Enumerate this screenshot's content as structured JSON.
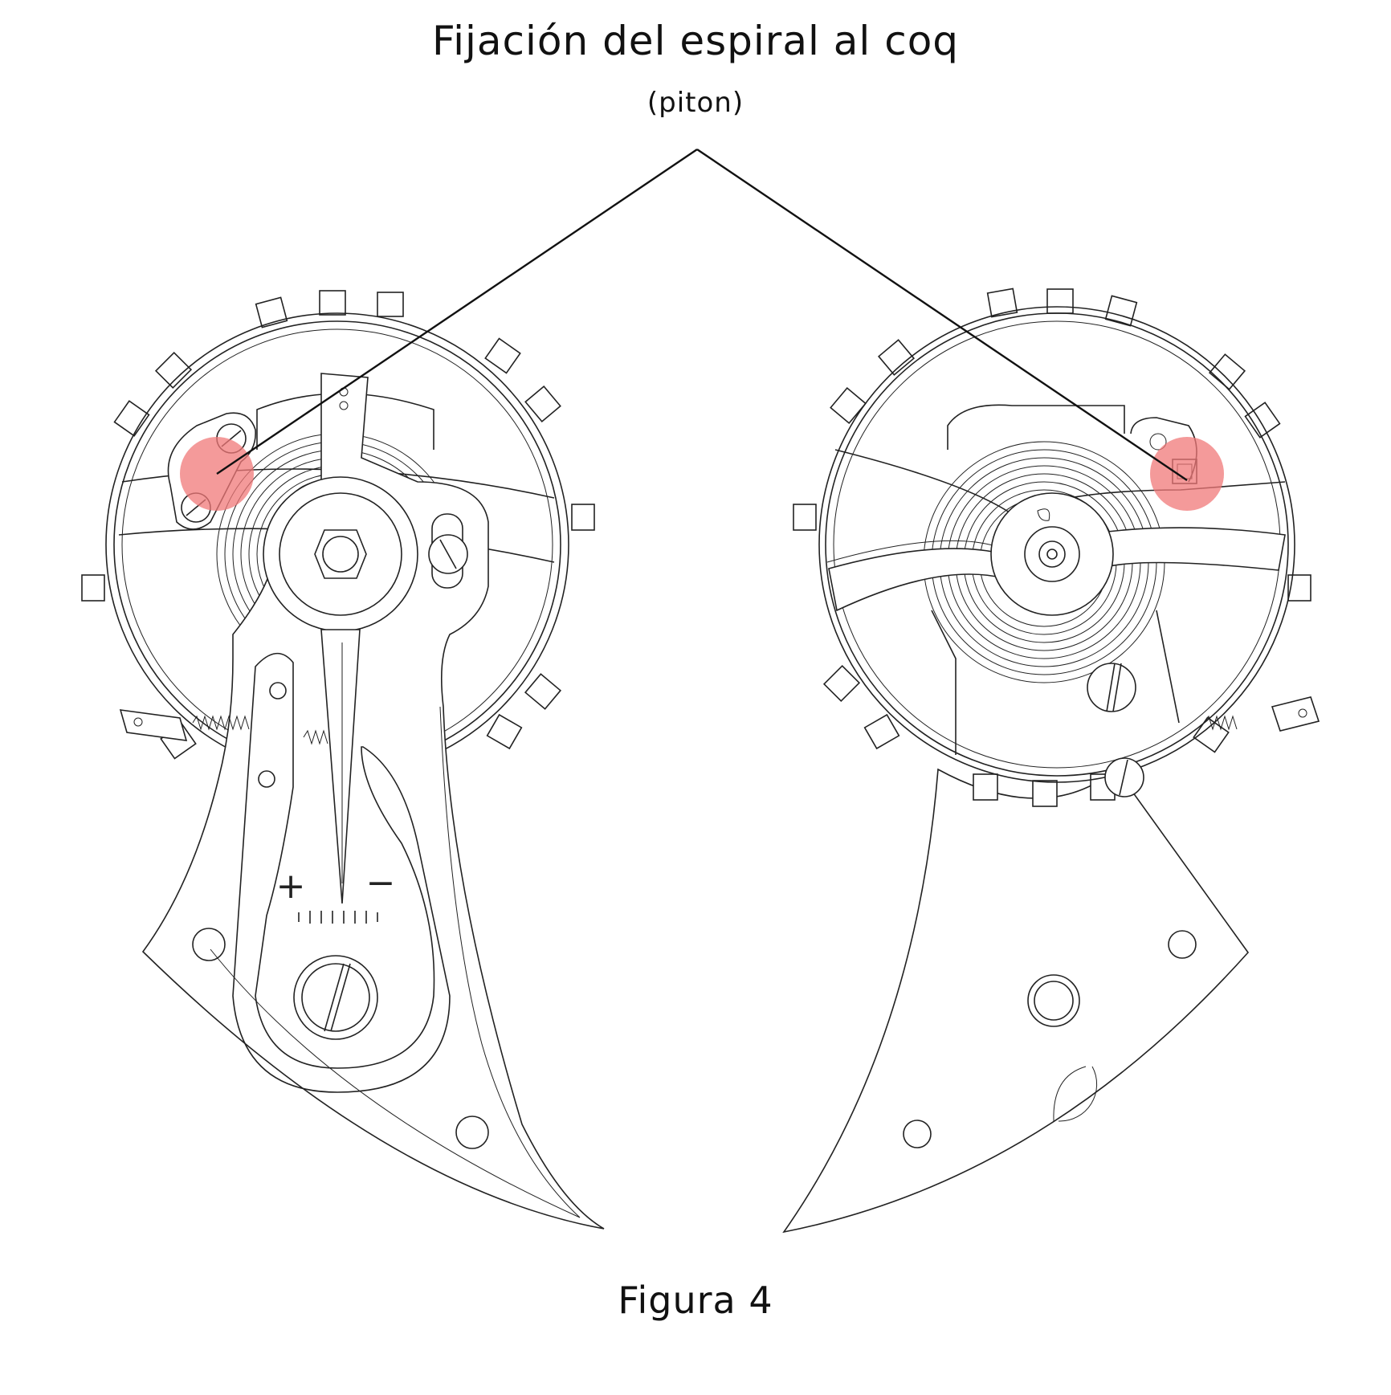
{
  "figure": {
    "title": "Fijación del espiral al coq",
    "subtitle": "(piton)",
    "caption": "Figura 4",
    "regulator_plus": "+",
    "regulator_minus": "−"
  },
  "colors": {
    "highlight": "#f07878",
    "line": "#222222",
    "background": "#ffffff"
  }
}
